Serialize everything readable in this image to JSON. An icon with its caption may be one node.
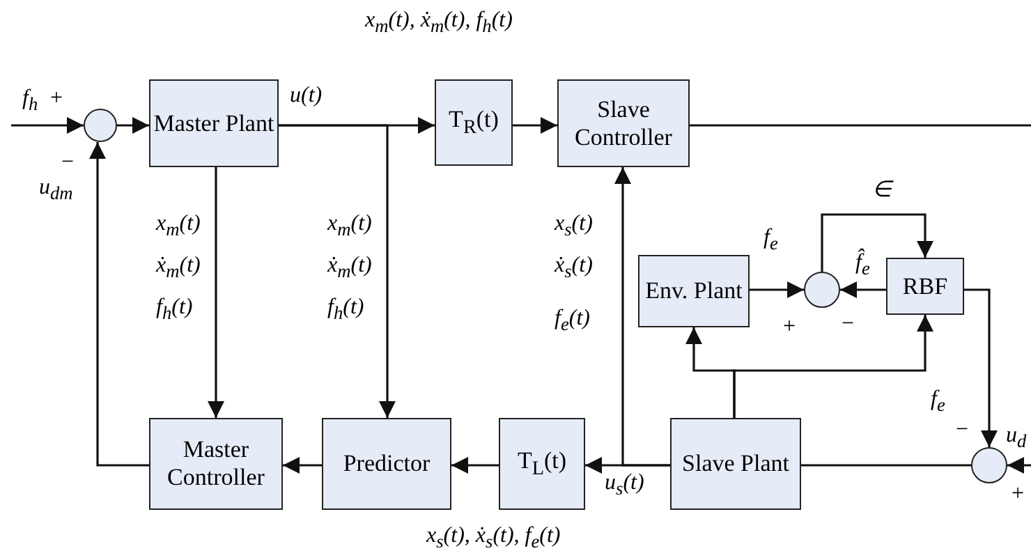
{
  "diagram": {
    "nodes": [
      {
        "text": [],
        "shape": "circle"
      },
      {
        "text": [
          "Master Plant"
        ]
      },
      {
        "text": [
          "T$_{R}$(t)"
        ]
      },
      {
        "text": [
          "Slave Controller"
        ]
      },
      {
        "text": [
          "Env. Plant"
        ]
      },
      {
        "text": [],
        "shape": "circle"
      },
      {
        "text": [
          "RBF"
        ]
      },
      {
        "text": [
          "Master Controller"
        ]
      },
      {
        "text": [
          "Predictor"
        ]
      },
      {
        "text": [
          "T$_{L}$(t)"
        ]
      },
      {
        "text": [
          "Slave Plant"
        ]
      },
      {
        "text": [],
        "shape": "circle"
      }
    ],
    "edges": [
      {
        "from": null,
        "to": 0,
        "arrow": "to",
        "label": "f$_{h}$"
      },
      {
        "from": 0,
        "to": 1,
        "arrow": "to"
      },
      {
        "from": 1,
        "to": 2,
        "arrow": "to",
        "label": "u(t)"
      },
      {
        "from": 2,
        "to": 3,
        "arrow": "to"
      },
      {
        "from": 3,
        "to": null,
        "arrow": "none"
      },
      {
        "from": 1,
        "to": 7,
        "arrow": "to"
      },
      {
        "from": 1,
        "to": 8,
        "arrow": "to"
      },
      {
        "from": 7,
        "to": 0,
        "arrow": "to",
        "label": "u$_{dm}$"
      },
      {
        "from": 8,
        "to": 7,
        "arrow": "to"
      },
      {
        "from": 9,
        "to": 8,
        "arrow": "to"
      },
      {
        "from": 10,
        "to": 9,
        "arrow": "to",
        "label": "u$_{s}$(t)"
      },
      {
        "from": 10,
        "to": 3,
        "arrow": "to"
      },
      {
        "from": 10,
        "to": 4,
        "arrow": "to"
      },
      {
        "from": 10,
        "to": 6,
        "arrow": "to"
      },
      {
        "from": 4,
        "to": 5,
        "arrow": "to",
        "label": "f$_{e}$"
      },
      {
        "from": 6,
        "to": 5,
        "arrow": "to",
        "label": "f̂$_{e}$"
      },
      {
        "from": 5,
        "to": 6,
        "arrow": "to",
        "label": "∈"
      },
      {
        "from": 6,
        "to": 11,
        "arrow": "to",
        "label": "f$_{e}$"
      },
      {
        "from": 11,
        "to": 10,
        "arrow": "none"
      },
      {
        "from": null,
        "to": 11,
        "arrow": "to",
        "label": "u$_{d}$"
      }
    ],
    "labels": [
      "x$_{m}$(t), ẋ$_{m}$(t), f$_{h}$(t)",
      "+",
      "−",
      "x$_{m}$(t)",
      "ẋ$_{m}$(t)",
      "f$_{h}$(t)",
      "x$_{m}$(t)",
      "ẋ$_{m}$(t)",
      "f$_{h}$(t)",
      "x$_{s}$(t)",
      "ẋ$_{s}$(t)",
      "f$_{e}$(t)",
      "+",
      "−",
      "−",
      "+",
      "x$_{s}$(t), ẋ$_{s}$(t), f$_{e}$(t)"
    ]
  }
}
